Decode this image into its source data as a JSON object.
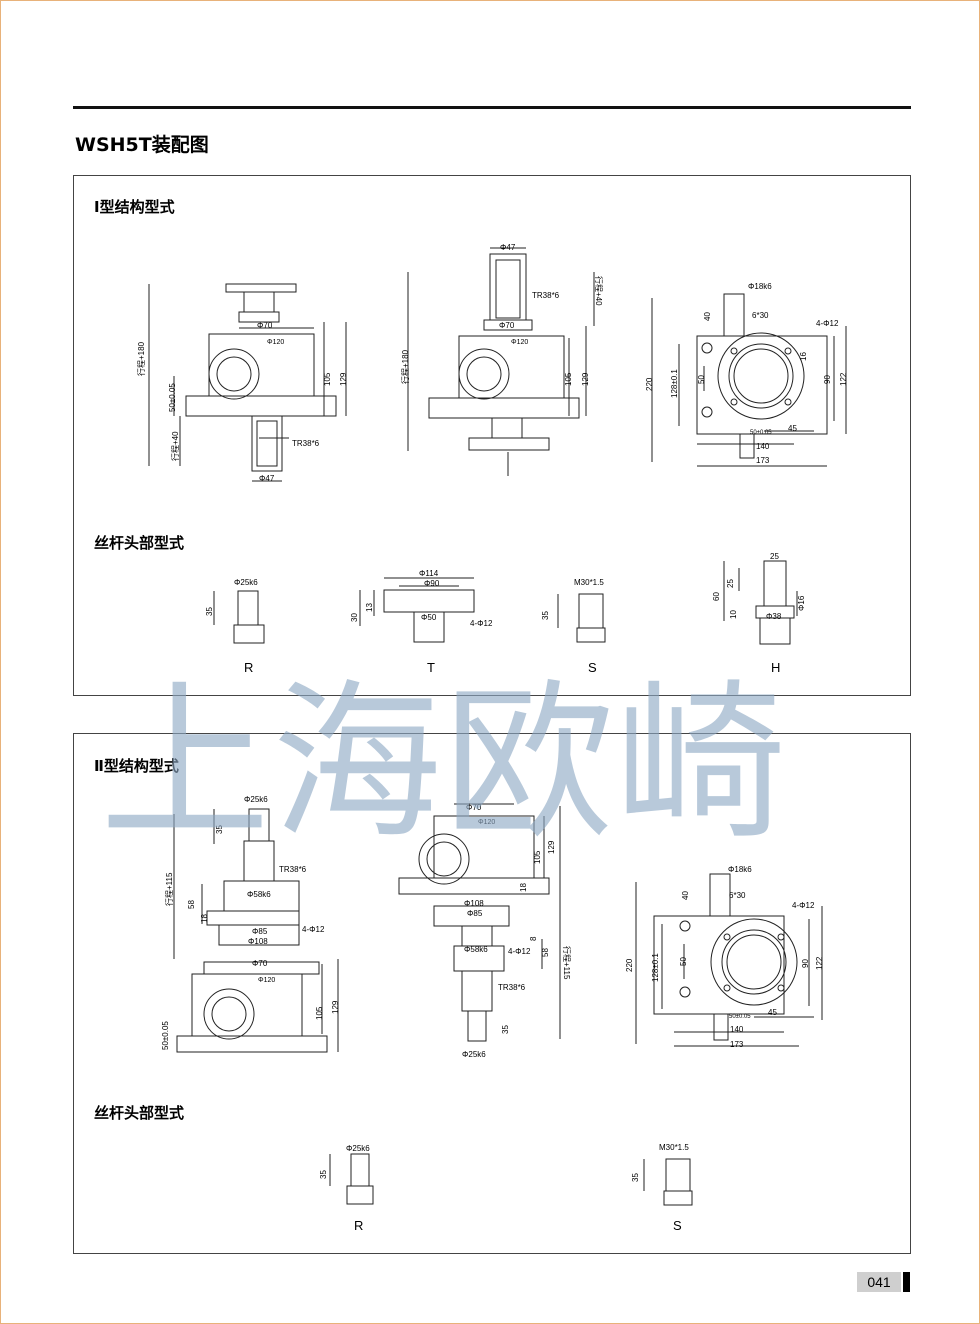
{
  "page_title": "WSH5T装配图",
  "page_number": "041",
  "watermark": "上海欧崎",
  "panel1": {
    "section_title": "Ⅰ型结构型式",
    "head_title": "丝杆头部型式",
    "fig1": {
      "stroke_up": "行程+180",
      "height_tol": "50±0.05",
      "stroke_down": "行程+40",
      "d70": "Φ70",
      "d120": "Φ120",
      "h105": "105",
      "h129": "129",
      "thread": "TR38*6",
      "d47": "Φ47"
    },
    "fig2": {
      "d47": "Φ47",
      "thread": "TR38*6",
      "stroke_up": "行程+40",
      "stroke": "行程+180",
      "d70": "Φ70",
      "d120": "Φ120",
      "h105": "105",
      "h129": "129"
    },
    "fig3": {
      "shaft": "Φ18k6",
      "key": "6*30",
      "holes": "4-Φ12",
      "h40": "40",
      "h220": "220",
      "h128": "128±0.1",
      "h50": "50",
      "h90": "90",
      "h122": "122",
      "h16": "16",
      "w45": "45",
      "w50": "50±0.05",
      "w140": "140",
      "w173": "173"
    },
    "heads": {
      "R": {
        "code": "R",
        "dia": "Φ25k6",
        "h": "35"
      },
      "T": {
        "code": "T",
        "d114": "Φ114",
        "d90": "Φ90",
        "d50": "Φ50",
        "holes": "4-Φ12",
        "h30": "30",
        "h13": "13"
      },
      "S": {
        "code": "S",
        "thread": "M30*1.5",
        "h": "35"
      },
      "H": {
        "code": "H",
        "w25": "25",
        "h25": "25",
        "h60": "60",
        "h10": "10",
        "d16": "Φ16",
        "d38": "Φ38"
      }
    }
  },
  "panel2": {
    "section_title": "Ⅱ型结构型式",
    "head_title": "丝杆头部型式",
    "fig1": {
      "d25": "Φ25k6",
      "h35": "35",
      "thread": "TR38*6",
      "stroke": "行程+115",
      "d58": "Φ58k6",
      "h58": "58",
      "h18": "18",
      "d85": "Φ85",
      "d108": "Φ108",
      "holes": "4-Φ12",
      "d70": "Φ70",
      "d120": "Φ120",
      "h105": "105",
      "h129": "129",
      "tol": "50±0.05"
    },
    "fig2": {
      "d70": "Φ70",
      "d120": "Φ120",
      "h105": "105",
      "h129": "129",
      "h18": "18",
      "d108": "Φ108",
      "d85": "Φ85",
      "d58": "Φ58k6",
      "holes": "4-Φ12",
      "h8": "8",
      "h58": "58",
      "stroke": "行程+115",
      "thread": "TR38*6",
      "h35": "35",
      "d25": "Φ25k6"
    },
    "fig3": {
      "shaft": "Φ18k6",
      "key": "6*30",
      "holes": "4-Φ12",
      "h40": "40",
      "h220": "220",
      "h128": "128±0.1",
      "h50": "50",
      "h90": "90",
      "h122": "122",
      "w45": "45",
      "w50": "50±0.05",
      "w140": "140",
      "w173": "173"
    },
    "heads": {
      "R": {
        "code": "R",
        "dia": "Φ25k6",
        "h": "35"
      },
      "S": {
        "code": "S",
        "thread": "M30*1.5",
        "h": "35"
      }
    }
  }
}
